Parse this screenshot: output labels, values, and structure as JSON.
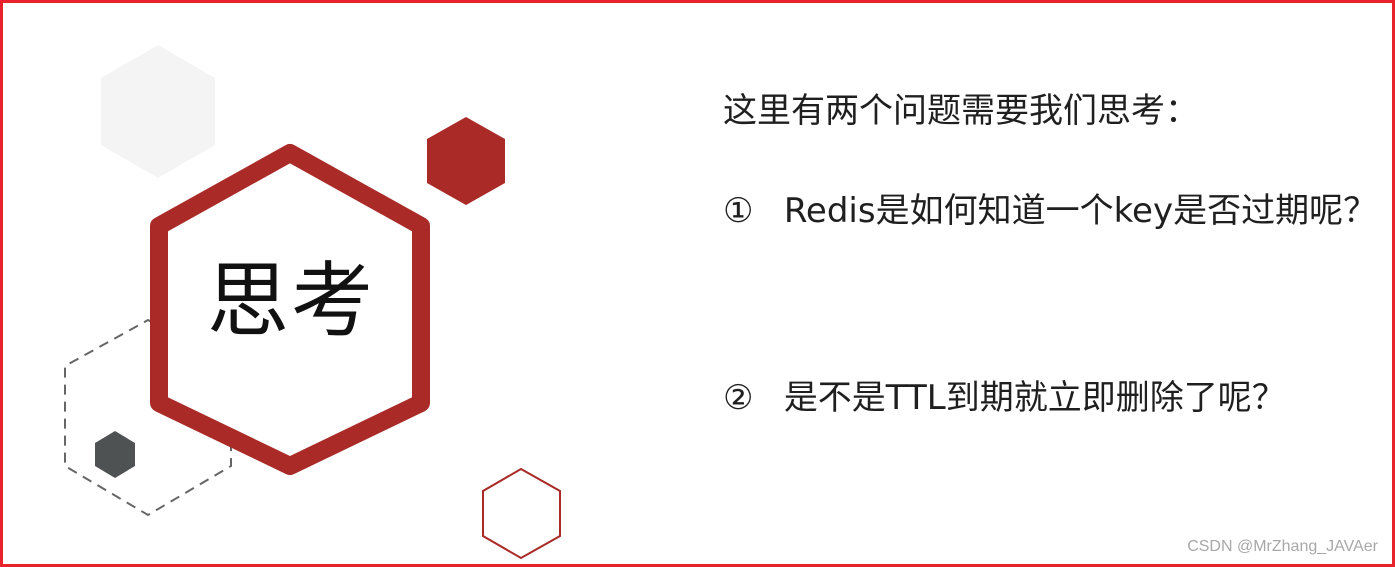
{
  "slide": {
    "center_title": "思考",
    "intro": "这里有两个问题需要我们思考：",
    "questions": [
      {
        "number": "①",
        "text": "Redis是如何知道一个key是否过期呢？"
      },
      {
        "number": "②",
        "text": "是不是TTL到期就立即删除了呢？"
      }
    ],
    "watermark": "CSDN @MrZhang_JAVAer"
  },
  "colors": {
    "border": "#e8232b",
    "accent_red": "#a92a27",
    "light_gray": "#f4f4f4",
    "dark_gray": "#4f5253",
    "dashed_gray": "#666666"
  }
}
